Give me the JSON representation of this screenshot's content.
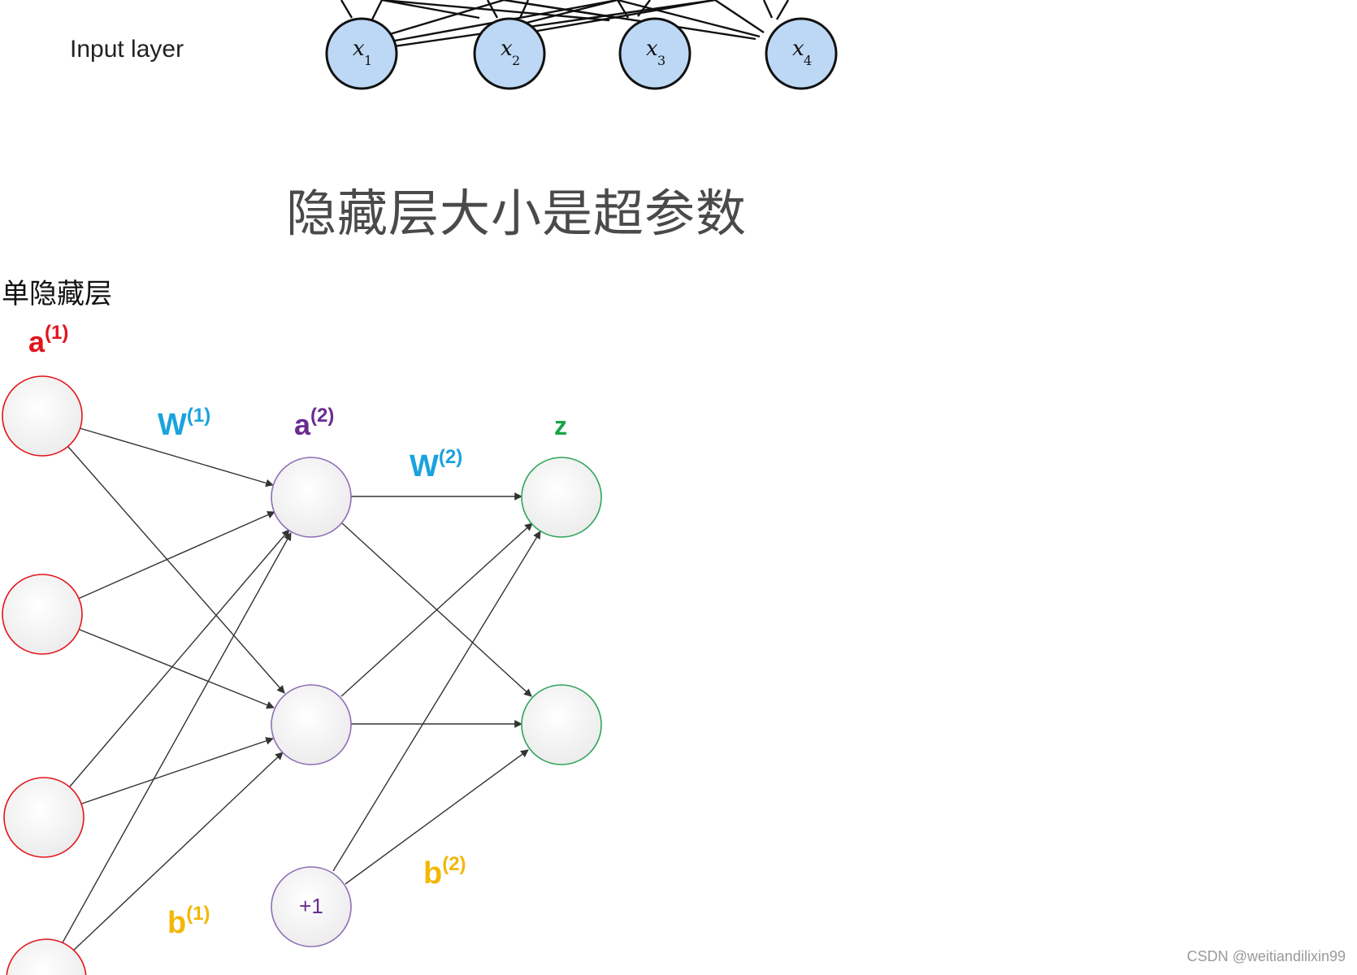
{
  "top_figure": {
    "layer_label": "Input layer",
    "nodes": [
      {
        "var": "x",
        "sub": "1"
      },
      {
        "var": "x",
        "sub": "2"
      },
      {
        "var": "x",
        "sub": "3"
      },
      {
        "var": "x",
        "sub": "4"
      }
    ],
    "caption": "隐藏层大小是超参数",
    "node_fill": "#bcd8f5"
  },
  "section_heading": "单隐藏层",
  "network": {
    "labels": {
      "a1": {
        "base": "a",
        "sup": "(1)",
        "color": "#e3141b"
      },
      "w1": {
        "base": "W",
        "sup": "(1)",
        "color": "#1aa3dd"
      },
      "a2": {
        "base": "a",
        "sup": "(2)",
        "color": "#6a2c8f"
      },
      "w2": {
        "base": "W",
        "sup": "(2)",
        "color": "#1aa3dd"
      },
      "z": {
        "base": "z",
        "sup": "",
        "color": "#1aa54a"
      },
      "b1": {
        "base": "b",
        "sup": "(1)",
        "color": "#f2b705"
      },
      "b2": {
        "base": "b",
        "sup": "(2)",
        "color": "#f2b705"
      }
    },
    "bias_text": "+1",
    "colors": {
      "input_stroke": "#e3141b",
      "hidden_stroke": "#8e6fb6",
      "output_stroke": "#2ea55a",
      "edge": "#333333"
    }
  },
  "watermark": "CSDN @weitiandilixin99"
}
